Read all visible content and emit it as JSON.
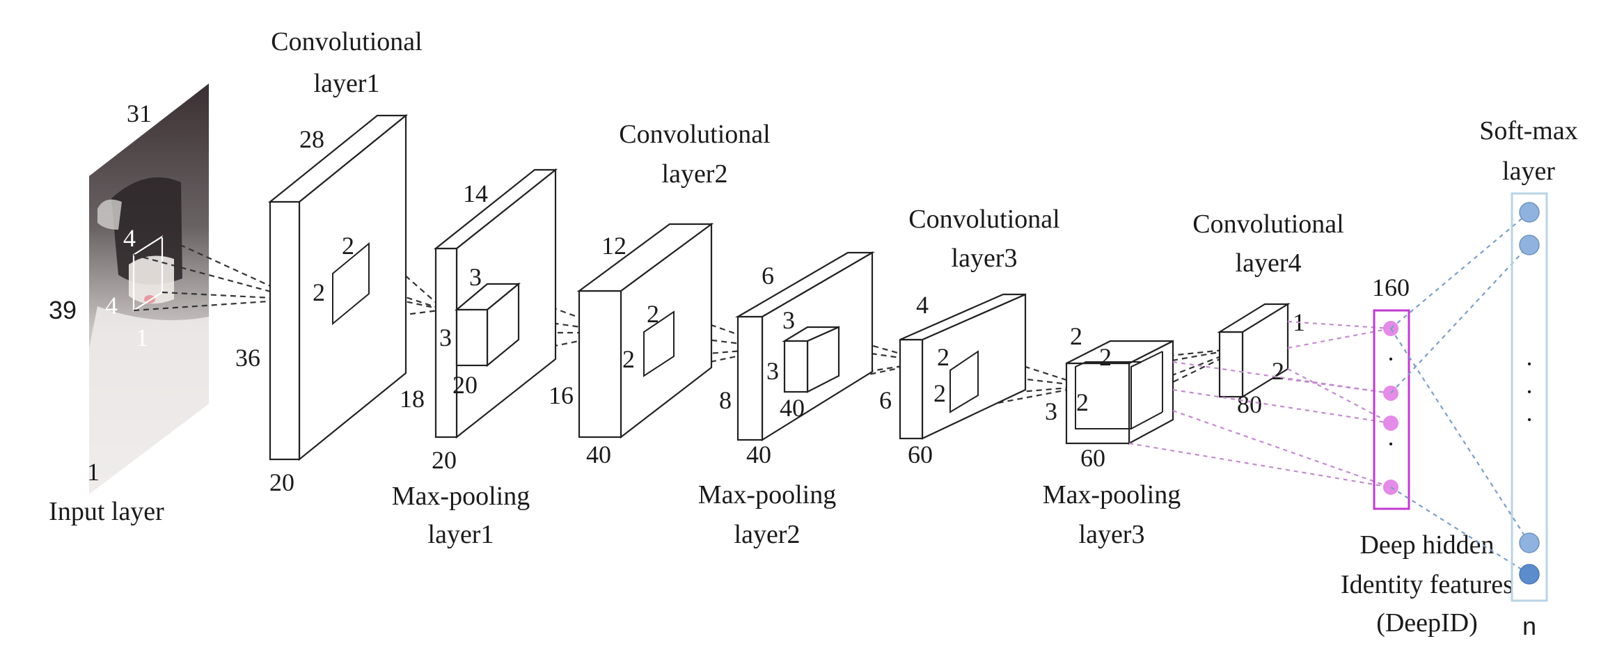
{
  "layers": {
    "input": {
      "label": "Input layer",
      "height_dim": "39",
      "width_dim": "31",
      "depth_dim": "1",
      "kernel_w": "4",
      "kernel_h": "4",
      "kernel_d": "1"
    },
    "conv1": {
      "label_line1": "Convolutional",
      "label_line2": "layer1",
      "top_dim": "28",
      "height_dim": "36",
      "depth_dim": "20",
      "kernel_a": "2",
      "kernel_b": "2"
    },
    "pool1": {
      "label_line1": "Max-pooling",
      "label_line2": "layer1",
      "top_dim": "14",
      "height_dim": "18",
      "depth_dim": "20",
      "kernel_a": "3",
      "kernel_b": "3",
      "kernel_depth": "20"
    },
    "conv2": {
      "label_line1": "Convolutional",
      "label_line2": "layer2",
      "top_dim": "12",
      "height_dim": "16",
      "depth_dim": "40",
      "kernel_a": "2",
      "kernel_b": "2"
    },
    "pool2": {
      "label_line1": "Max-pooling",
      "label_line2": "layer2",
      "top_dim": "6",
      "height_dim": "8",
      "depth_dim": "40",
      "kernel_a": "3",
      "kernel_b": "3",
      "kernel_depth": "40"
    },
    "conv3": {
      "label_line1": "Convolutional",
      "label_line2": "layer3",
      "top_dim": "4",
      "height_dim": "6",
      "depth_dim": "60",
      "kernel_a": "2",
      "kernel_b": "2"
    },
    "pool3": {
      "label_line1": "Max-pooling",
      "label_line2": "layer3",
      "top_dim": "2",
      "height_dim": "3",
      "depth_dim": "60",
      "kernel_a": "2",
      "kernel_b": "2"
    },
    "conv4": {
      "label_line1": "Convolutional",
      "label_line2": "layer4",
      "top_dim": "1",
      "height_dim": "2",
      "depth_dim": "80"
    },
    "deepid": {
      "label_line1": "Deep hidden",
      "label_line2": "Identity features",
      "label_line3": "(DeepID)",
      "size": "160",
      "dots": "·"
    },
    "softmax": {
      "label_line1": "Soft-max",
      "label_line2": "layer",
      "size": "n",
      "dots": "·"
    }
  },
  "colors": {
    "deepid_border": "#c23bd0",
    "deepid_node": "#e58be8",
    "softmax_border": "#b9d3e3",
    "softmax_node": "#8fb3de",
    "softmax_node_dark": "#5d8ccc"
  }
}
